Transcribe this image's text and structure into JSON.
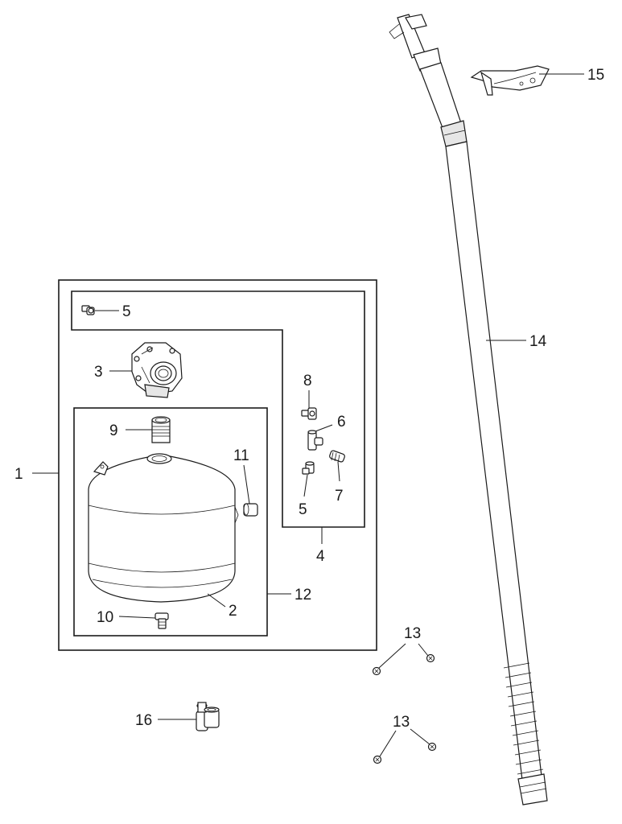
{
  "callouts": {
    "c1": "1",
    "c2": "2",
    "c3": "3",
    "c4": "4",
    "c5a": "5",
    "c5b": "5",
    "c6": "6",
    "c7": "7",
    "c8": "8",
    "c9": "9",
    "c10": "10",
    "c11": "11",
    "c12": "12",
    "c13a": "13",
    "c13b": "13",
    "c14": "14",
    "c15": "15",
    "c16": "16"
  }
}
